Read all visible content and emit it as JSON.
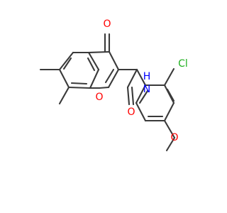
{
  "molecule": {
    "atoms": {
      "carbonyl_oxygen": "O",
      "ring_oxygen": "O",
      "amide_oxygen": "O",
      "amide_nitrogen": "N",
      "amide_hydrogen": "H",
      "chlorine": "Cl",
      "methoxy_oxygen": "O"
    },
    "colors": {
      "bond": "#3a3a3a",
      "oxygen": "#ff0000",
      "nitrogen": "#0000ff",
      "chlorine": "#1fb01f"
    }
  }
}
